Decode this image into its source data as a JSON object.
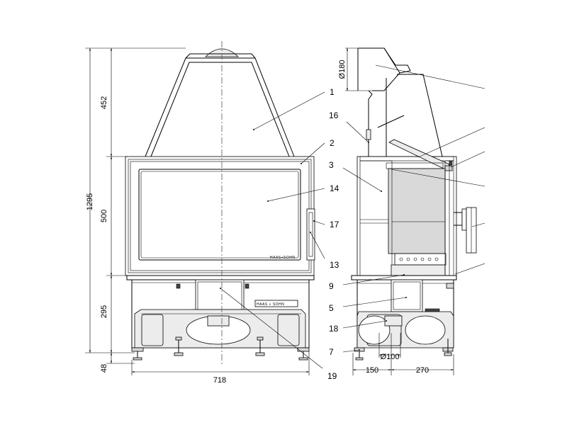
{
  "dimensions": {
    "total_height": "1295",
    "hood_height": "452",
    "door_height": "500",
    "base_height": "295",
    "feet_height": "48",
    "front_width": "718",
    "side_front": "150",
    "side_rear": "270",
    "flue_diameter": "Ø180",
    "air_diameter": "Ø100"
  },
  "callouts": {
    "c1": "1",
    "c2": "2",
    "c3": "3",
    "c5": "5",
    "c7": "7",
    "c9": "9",
    "c13": "13",
    "c14": "14",
    "c16": "16",
    "c17": "17",
    "c18": "18",
    "c19": "19"
  },
  "brand": {
    "door_logo": "HAAS+SOHN",
    "plate_logo": "HAAS + SOHN"
  }
}
